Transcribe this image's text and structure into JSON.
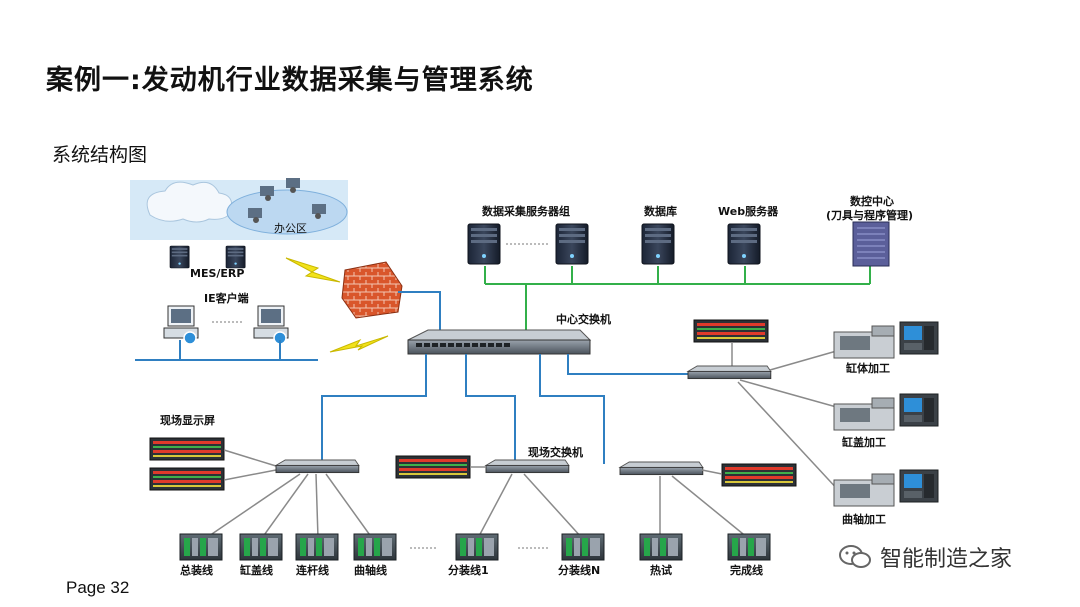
{
  "slide": {
    "title": "案例一:发动机行业数据采集与管理系统",
    "subtitle": "系统结构图",
    "page": "Page 32",
    "watermark": "智能制造之家"
  },
  "labels": {
    "office_zone": "办公区",
    "mes_erp": "MES/ERP",
    "ie_client": "IE客户端",
    "server_group": "数据采集服务器组",
    "database": "数据库",
    "web_server": "Web服务器",
    "nc_center_1": "数控中心",
    "nc_center_2": "(刀具与程序管理)",
    "core_switch": "中心交换机",
    "field_display": "现场显示屏",
    "field_switch": "现场交换机",
    "cylinder_block": "缸体加工",
    "cylinder_head": "缸盖加工",
    "crankshaft_mach": "曲轴加工",
    "line_assembly": "总装线",
    "line_head": "缸盖线",
    "line_rod": "连杆线",
    "line_crank": "曲轴线",
    "line_sub1": "分装线1",
    "line_subN": "分装线N",
    "line_heat": "热试",
    "line_finish": "完成线"
  },
  "colors": {
    "network_blue": "#2f7fc1",
    "server_green": "#33b04a",
    "link_gray": "#8a8a8a",
    "firewall": "#d9562b",
    "lightning": "#f2e21a"
  }
}
